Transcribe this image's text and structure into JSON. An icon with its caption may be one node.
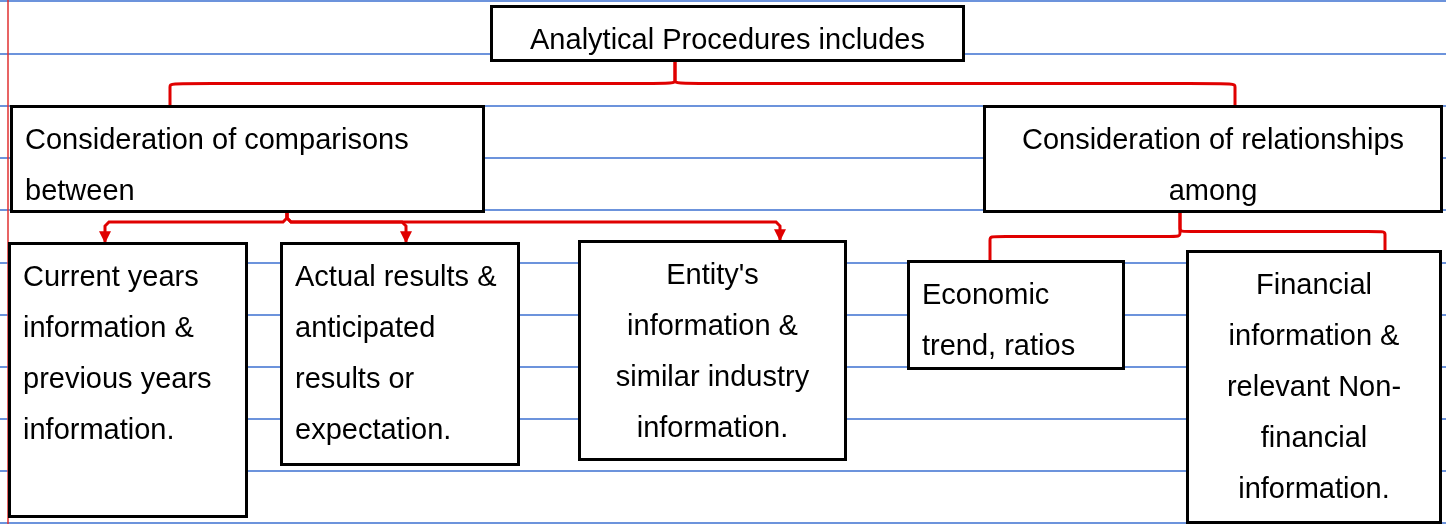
{
  "diagram": {
    "nodes": [
      {
        "text": [
          "Analytical Procedures includes"
        ]
      },
      {
        "text": [
          "Consideration of comparisons between"
        ]
      },
      {
        "text": [
          "Consideration of relationships among"
        ]
      },
      {
        "text": [
          "Current years information & previous years information."
        ]
      },
      {
        "text": [
          "Actual results & anticipated results or expectation."
        ]
      },
      {
        "text": [
          "Entity's information & similar industry information."
        ]
      },
      {
        "text": [
          "Economic trend, ratios"
        ]
      },
      {
        "text": [
          "Financial information & relevant Non-financial information."
        ]
      }
    ],
    "edges": [
      {
        "from": 0,
        "to": 1,
        "arrow": "none"
      },
      {
        "from": 0,
        "to": 2,
        "arrow": "none"
      },
      {
        "from": 1,
        "to": 3,
        "arrow": "to"
      },
      {
        "from": 1,
        "to": 4,
        "arrow": "to"
      },
      {
        "from": 1,
        "to": 5,
        "arrow": "to"
      },
      {
        "from": 2,
        "to": 6,
        "arrow": "none"
      },
      {
        "from": 2,
        "to": 7,
        "arrow": "none"
      }
    ]
  }
}
